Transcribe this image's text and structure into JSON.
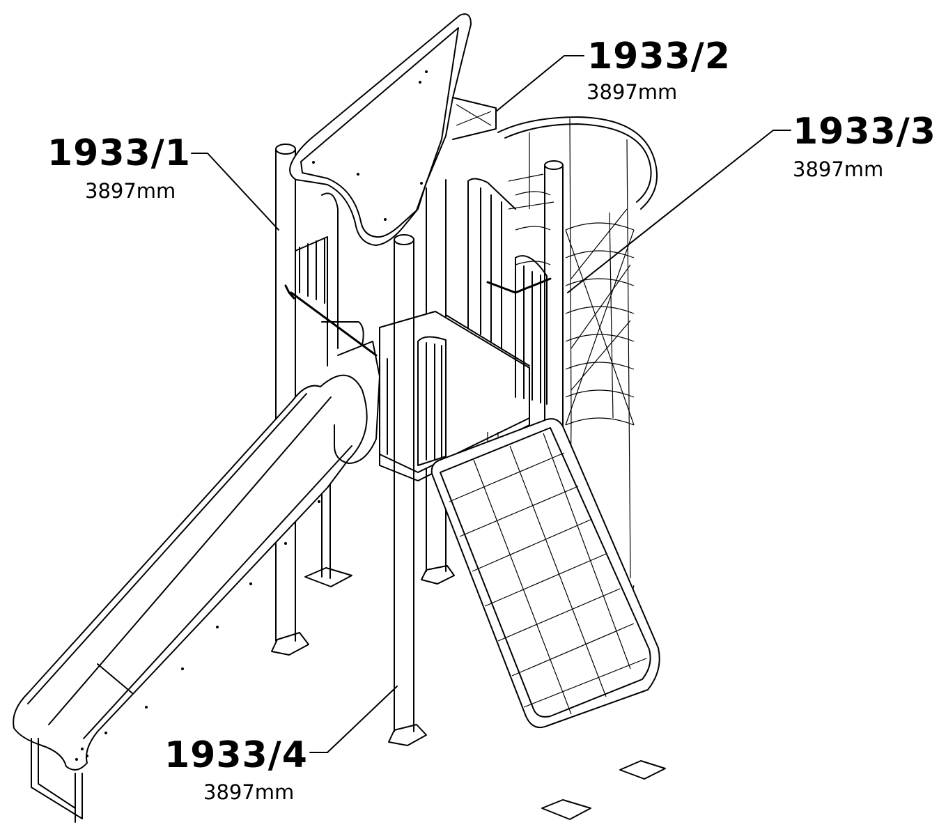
{
  "callouts": [
    {
      "code": "1933/1",
      "length": "3897mm"
    },
    {
      "code": "1933/2",
      "length": "3897mm"
    },
    {
      "code": "1933/3",
      "length": "3897mm"
    },
    {
      "code": "1933/4",
      "length": "3897mm"
    }
  ]
}
